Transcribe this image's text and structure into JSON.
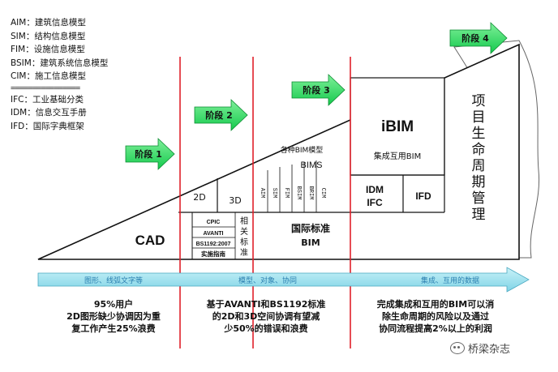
{
  "legend": [
    "AIM：建筑信息模型",
    "SIM：结构信息模型",
    "FIM：设施信息模型",
    "BSIM：建筑系统信息模型",
    "CIM：施工信息模型",
    "IFC：工业基础分类",
    "IDM：信息交互手册",
    "IFD：国际字典框架"
  ],
  "legend_separator": "================",
  "stages": [
    "阶段 1",
    "阶段 2",
    "阶段 3",
    "阶段 4"
  ],
  "cad": "CAD",
  "labels_2d": "2D",
  "labels_3d": "3D",
  "cpic": "CPIC",
  "avanti": "AVANTI",
  "bs1192": "BS1192:2007",
  "guide": "实施指南",
  "related_standard": "相关标准",
  "vertical_models": [
    "AIM",
    "SIM",
    "FIM",
    "BSIM",
    "BRIM",
    "CIM"
  ],
  "various_bim": "各种BIM模型",
  "bims": "BIMS",
  "intl_standard": "国际标准",
  "bim": "BIM",
  "ibim": "iBIM",
  "integrated_bim": "集成互用BIM",
  "idm": "IDM",
  "ifc": "IFC",
  "ifd": "IFD",
  "lifecycle": "项目生命周期管理",
  "bottom_arrow": [
    "图形、线弧文字等",
    "模型、对象、协同",
    "集成、互用的数据"
  ],
  "bottom_col1": [
    "95%用户",
    "2D图形缺少协调因为重",
    "复工作产生25%浪费"
  ],
  "bottom_col2": [
    "基于AVANTI和BS1192标准",
    "的2D和3D空间协调有望减",
    "少50%的错误和浪费"
  ],
  "bottom_col3": [
    "完成集成和互用的BIM可以消",
    "除生命周期的风险以及通过",
    "协同流程提高2%以上的利润"
  ],
  "watermark": "桥梁杂志",
  "colors": {
    "stage_green": "#2ee06a",
    "red_line": "#e0202a",
    "arrow_blue": "#9fe1ee"
  }
}
